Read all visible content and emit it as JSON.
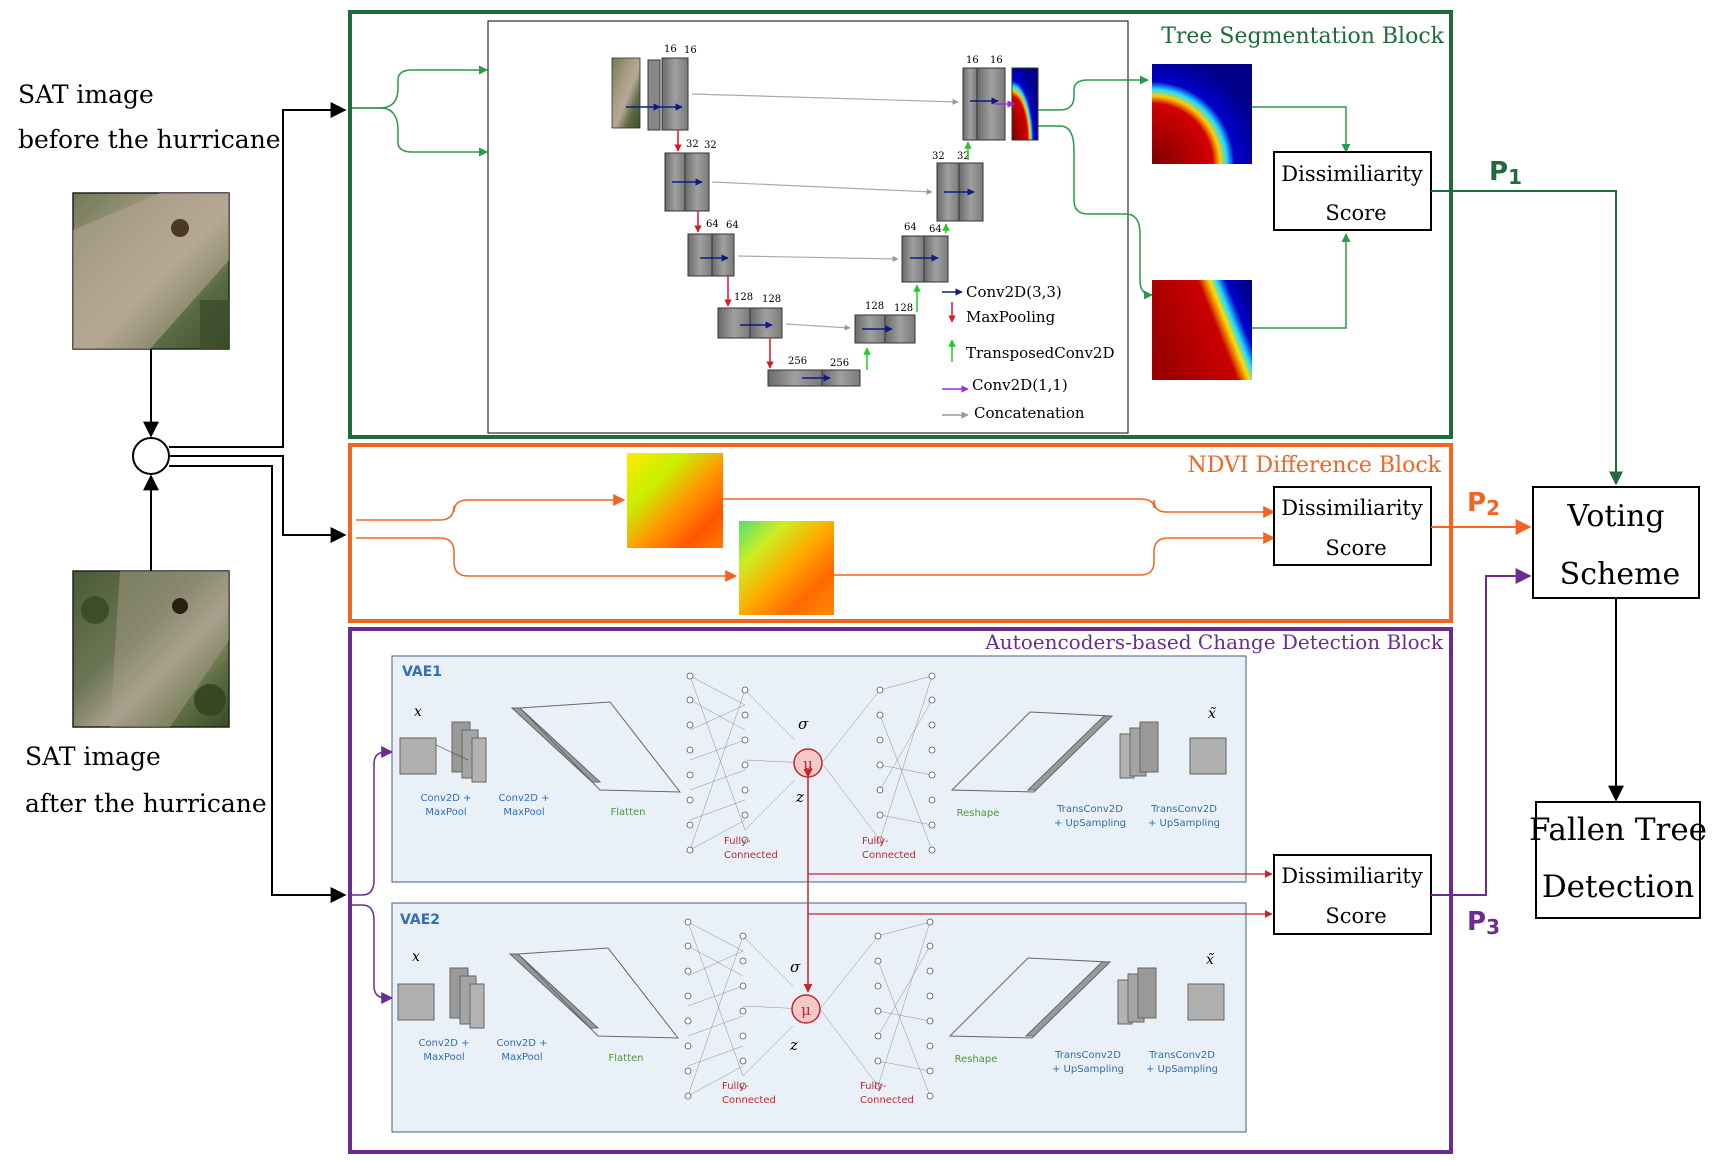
{
  "inputs": {
    "before_line1": "SAT image",
    "before_line2": "before the hurricane",
    "after_line1": "SAT image",
    "after_line2": "after the hurricane"
  },
  "blocks": {
    "tree": {
      "title": "Tree Segmentation Block",
      "color": "#1f6b3a",
      "unet_filters": {
        "enc1": [
          "16",
          "16"
        ],
        "enc2": [
          "32",
          "32"
        ],
        "enc3": [
          "64",
          "64"
        ],
        "enc4": [
          "128",
          "128"
        ],
        "bottleneck": [
          "256",
          "256"
        ],
        "dec4": [
          "128",
          "128"
        ],
        "dec3": [
          "64",
          "64"
        ],
        "dec2": [
          "32",
          "32"
        ],
        "dec1": [
          "16",
          "16"
        ]
      },
      "legend": {
        "conv": "Conv2D(3,3)",
        "maxpool": "MaxPooling",
        "transposed": "TransposedConv2D",
        "conv11": "Conv2D(1,1)",
        "concat": "Concatenation"
      },
      "score_line1": "Dissimiliarity",
      "score_line2": "Score"
    },
    "ndvi": {
      "title": "NDVI Difference Block",
      "color": "#f26522",
      "score_line1": "Dissimiliarity",
      "score_line2": "Score"
    },
    "ae": {
      "title": "Autoencoders-based Change Detection Block",
      "color": "#6a2c91",
      "vae1": "VAE1",
      "vae2": "VAE2",
      "symbols": {
        "x": "x",
        "x_tilde": "x̃",
        "sigma": "σ",
        "mu": "μ",
        "z": "z"
      },
      "labels": {
        "conv1a": "Conv2D +",
        "conv1b": "MaxPool",
        "conv2a": "Conv2D +",
        "conv2b": "MaxPool",
        "flatten": "Flatten",
        "fc_a": "Fully-",
        "fc_b": "Connected",
        "fc2_a": "Fully-",
        "fc2_b": "Connected",
        "reshape": "Reshape",
        "tc1a": "TransConv2D",
        "tc1b": "+ UpSampling",
        "tc2a": "TransConv2D",
        "tc2b": "+ UpSampling"
      },
      "score_line1": "Dissimiliarity",
      "score_line2": "Score"
    }
  },
  "outputs": {
    "p1": "P",
    "p1_sub": "1",
    "p2": "P",
    "p2_sub": "2",
    "p3": "P",
    "p3_sub": "3",
    "voting_line1": "Voting",
    "voting_line2": "Scheme",
    "result_line1": "Fallen Tree",
    "result_line2": "Detection"
  }
}
